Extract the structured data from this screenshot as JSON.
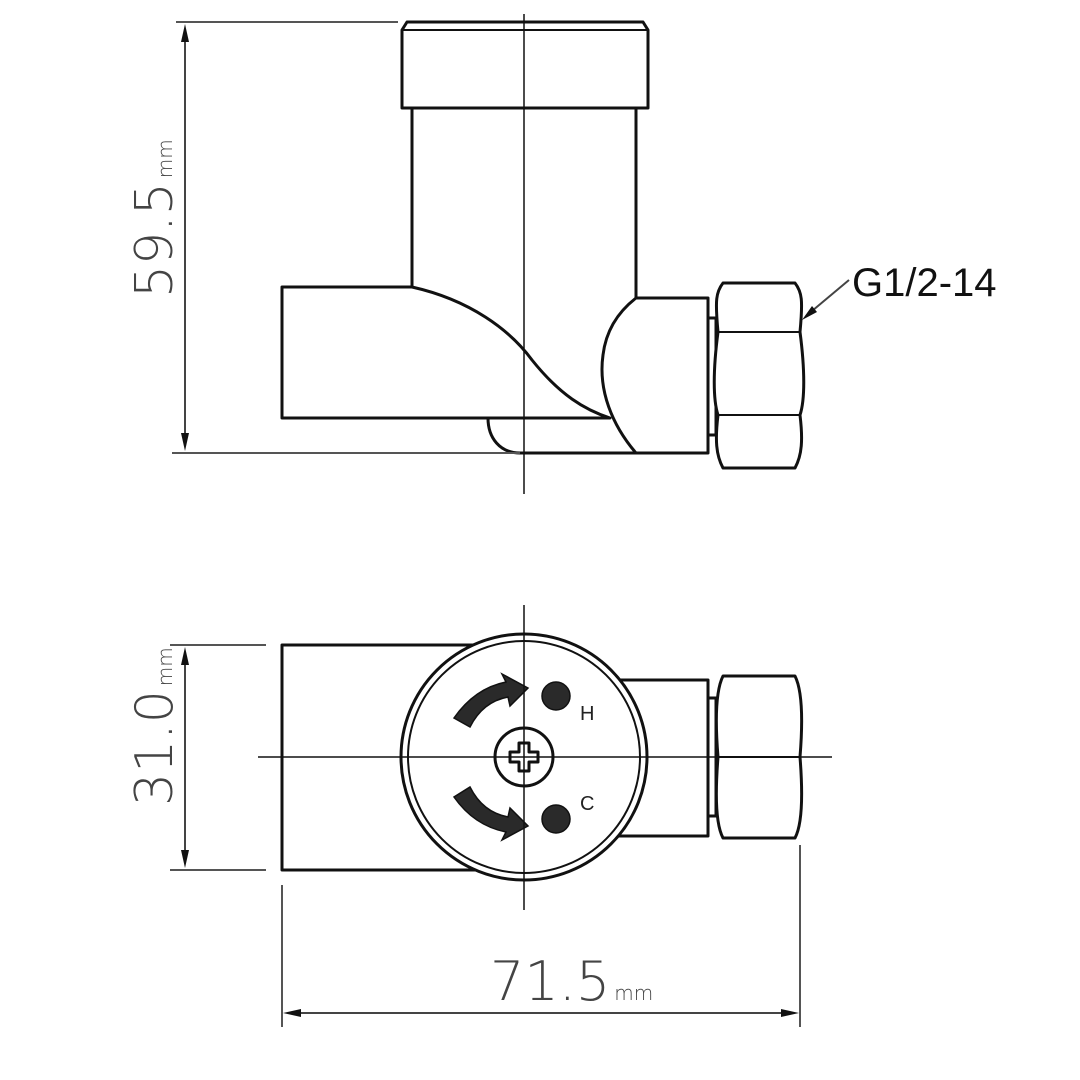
{
  "drawing": {
    "views": {
      "front": {
        "height_dimension": {
          "value": "59.5",
          "unit": "mm"
        },
        "thread_callout": "G1/2-14"
      },
      "top": {
        "width_dimension": {
          "value": "31.0",
          "unit": "mm"
        },
        "length_dimension": {
          "value": "71.5",
          "unit": "mm"
        },
        "knob": {
          "hot_label": "H",
          "cold_label": "C",
          "hot_dot_color": "#2a2a2a",
          "cold_dot_color": "#2a2a2a",
          "screw_icon": "phillips-screw-icon",
          "arrows": [
            "arrow-up-right-icon",
            "arrow-down-right-icon"
          ]
        }
      }
    },
    "colors": {
      "line": "#111111",
      "dimension": "#444444",
      "background": "#ffffff"
    }
  }
}
